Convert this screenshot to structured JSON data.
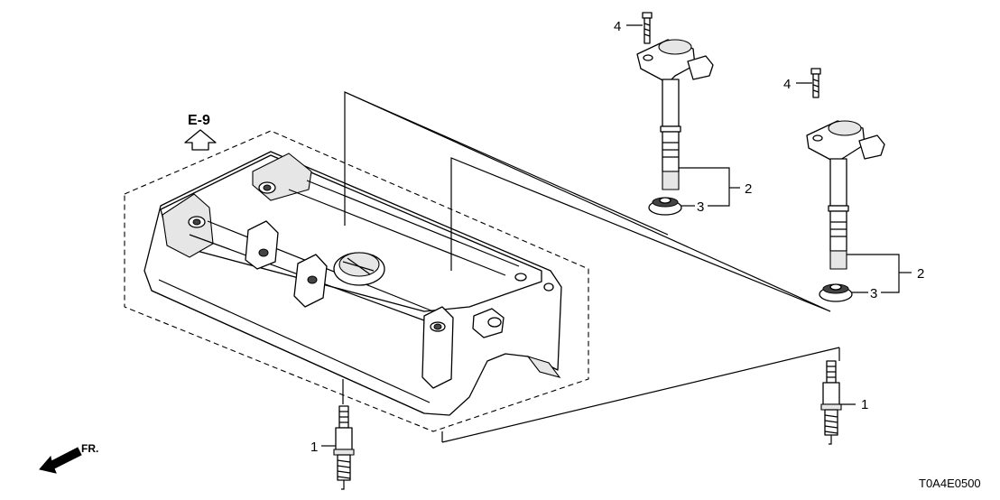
{
  "diagram": {
    "reference": "E-9",
    "direction": "FR.",
    "part_code": "T0A4E0500",
    "callouts": {
      "plug_left": "1",
      "plug_right": "1",
      "coil_top": "2",
      "seal_top": "3",
      "bolt_top": "4",
      "bolt_right": "4",
      "coil_right": "2",
      "seal_right": "3"
    }
  }
}
